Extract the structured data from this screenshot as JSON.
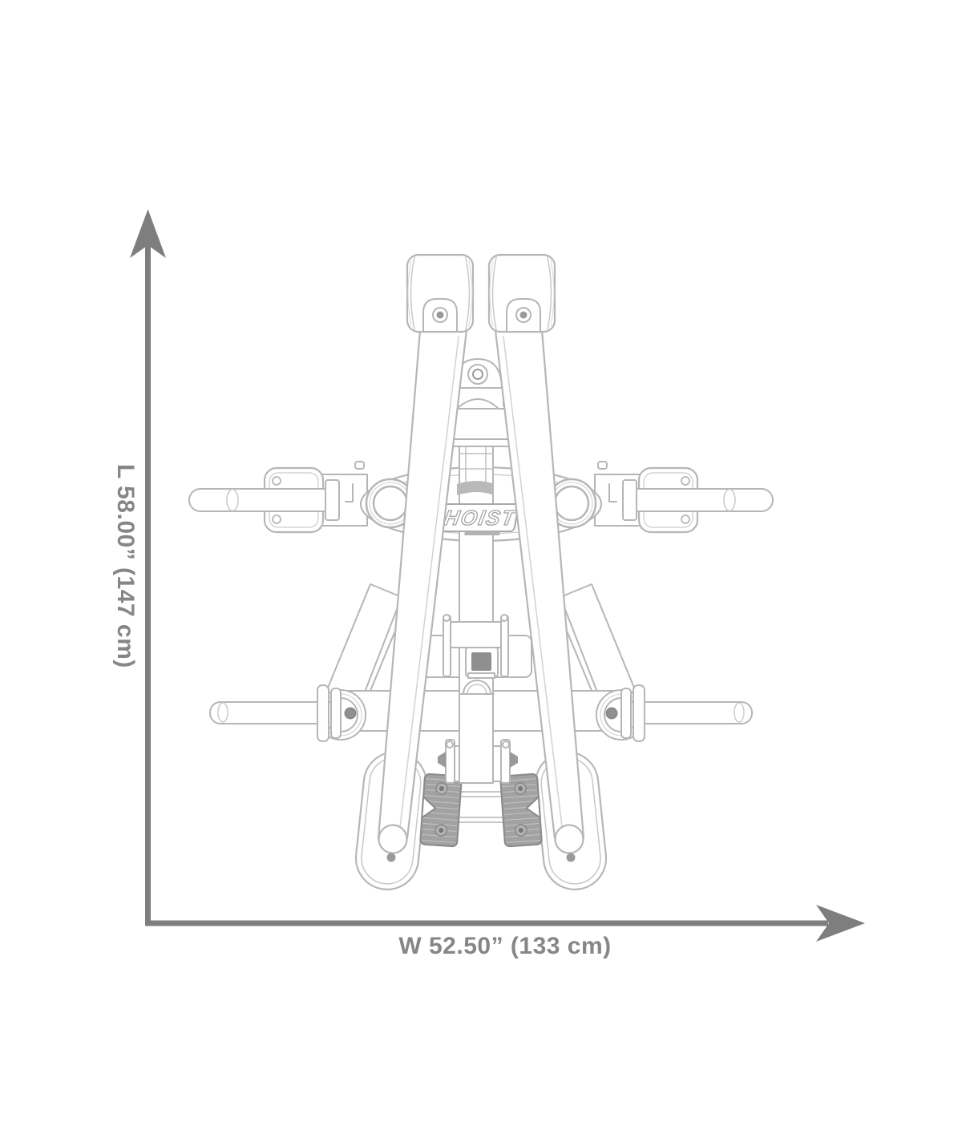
{
  "page": {
    "background": "#ffffff"
  },
  "diagram": {
    "description": "technical top-view line drawing of a HOIST gym machine with overall dimensions",
    "brand_logo": "HOIST",
    "line_color": "#b6b6b6",
    "dimension_color": "#7e7e7e",
    "label_color": "#868686",
    "length_dimension": {
      "label": "L 58.00” (147 cm)",
      "inches": "58.00”",
      "centimeters": "147 cm",
      "orientation": "vertical",
      "arrow_icon": "up-arrow-icon"
    },
    "width_dimension": {
      "label": "W 52.50” (133 cm)",
      "inches": "52.50”",
      "centimeters": "133 cm",
      "orientation": "horizontal",
      "arrow_icon": "right-arrow-icon"
    }
  }
}
